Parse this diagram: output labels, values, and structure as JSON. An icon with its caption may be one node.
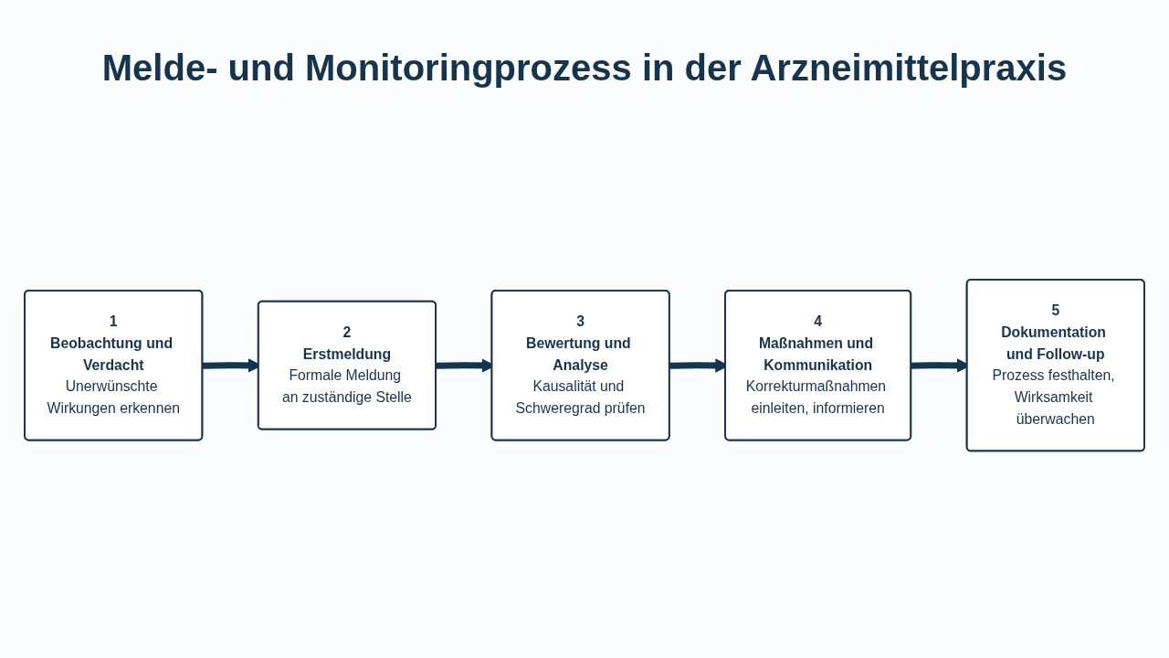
{
  "diagram": {
    "title": "Melde- und Monitoringprozess in der Arzneimittelpraxis",
    "nodes": [
      {
        "text": [
          "1",
          "Beobachtung und Verdacht",
          "Unerwünschte Wirkungen erkennen"
        ]
      },
      {
        "text": [
          "2",
          "Erstmeldung",
          "Formale Meldung an zuständige Stelle"
        ]
      },
      {
        "text": [
          "3",
          "Bewertung und Analyse",
          "Kausalität und Schweregrad prüfen"
        ]
      },
      {
        "text": [
          "4",
          "Maßnahmen und Kommunikation",
          "Korrekturmaßnahmen einleiten, informieren"
        ]
      },
      {
        "text": [
          "5",
          "Dokumentation und Follow-up",
          "Prozess festhalten, Wirksamkeit überwachen"
        ]
      }
    ],
    "edges": [
      {
        "from": 0,
        "to": 1,
        "arrow": "to"
      },
      {
        "from": 1,
        "to": 2,
        "arrow": "to"
      },
      {
        "from": 2,
        "to": 3,
        "arrow": "to"
      },
      {
        "from": 3,
        "to": 4,
        "arrow": "to"
      }
    ]
  }
}
